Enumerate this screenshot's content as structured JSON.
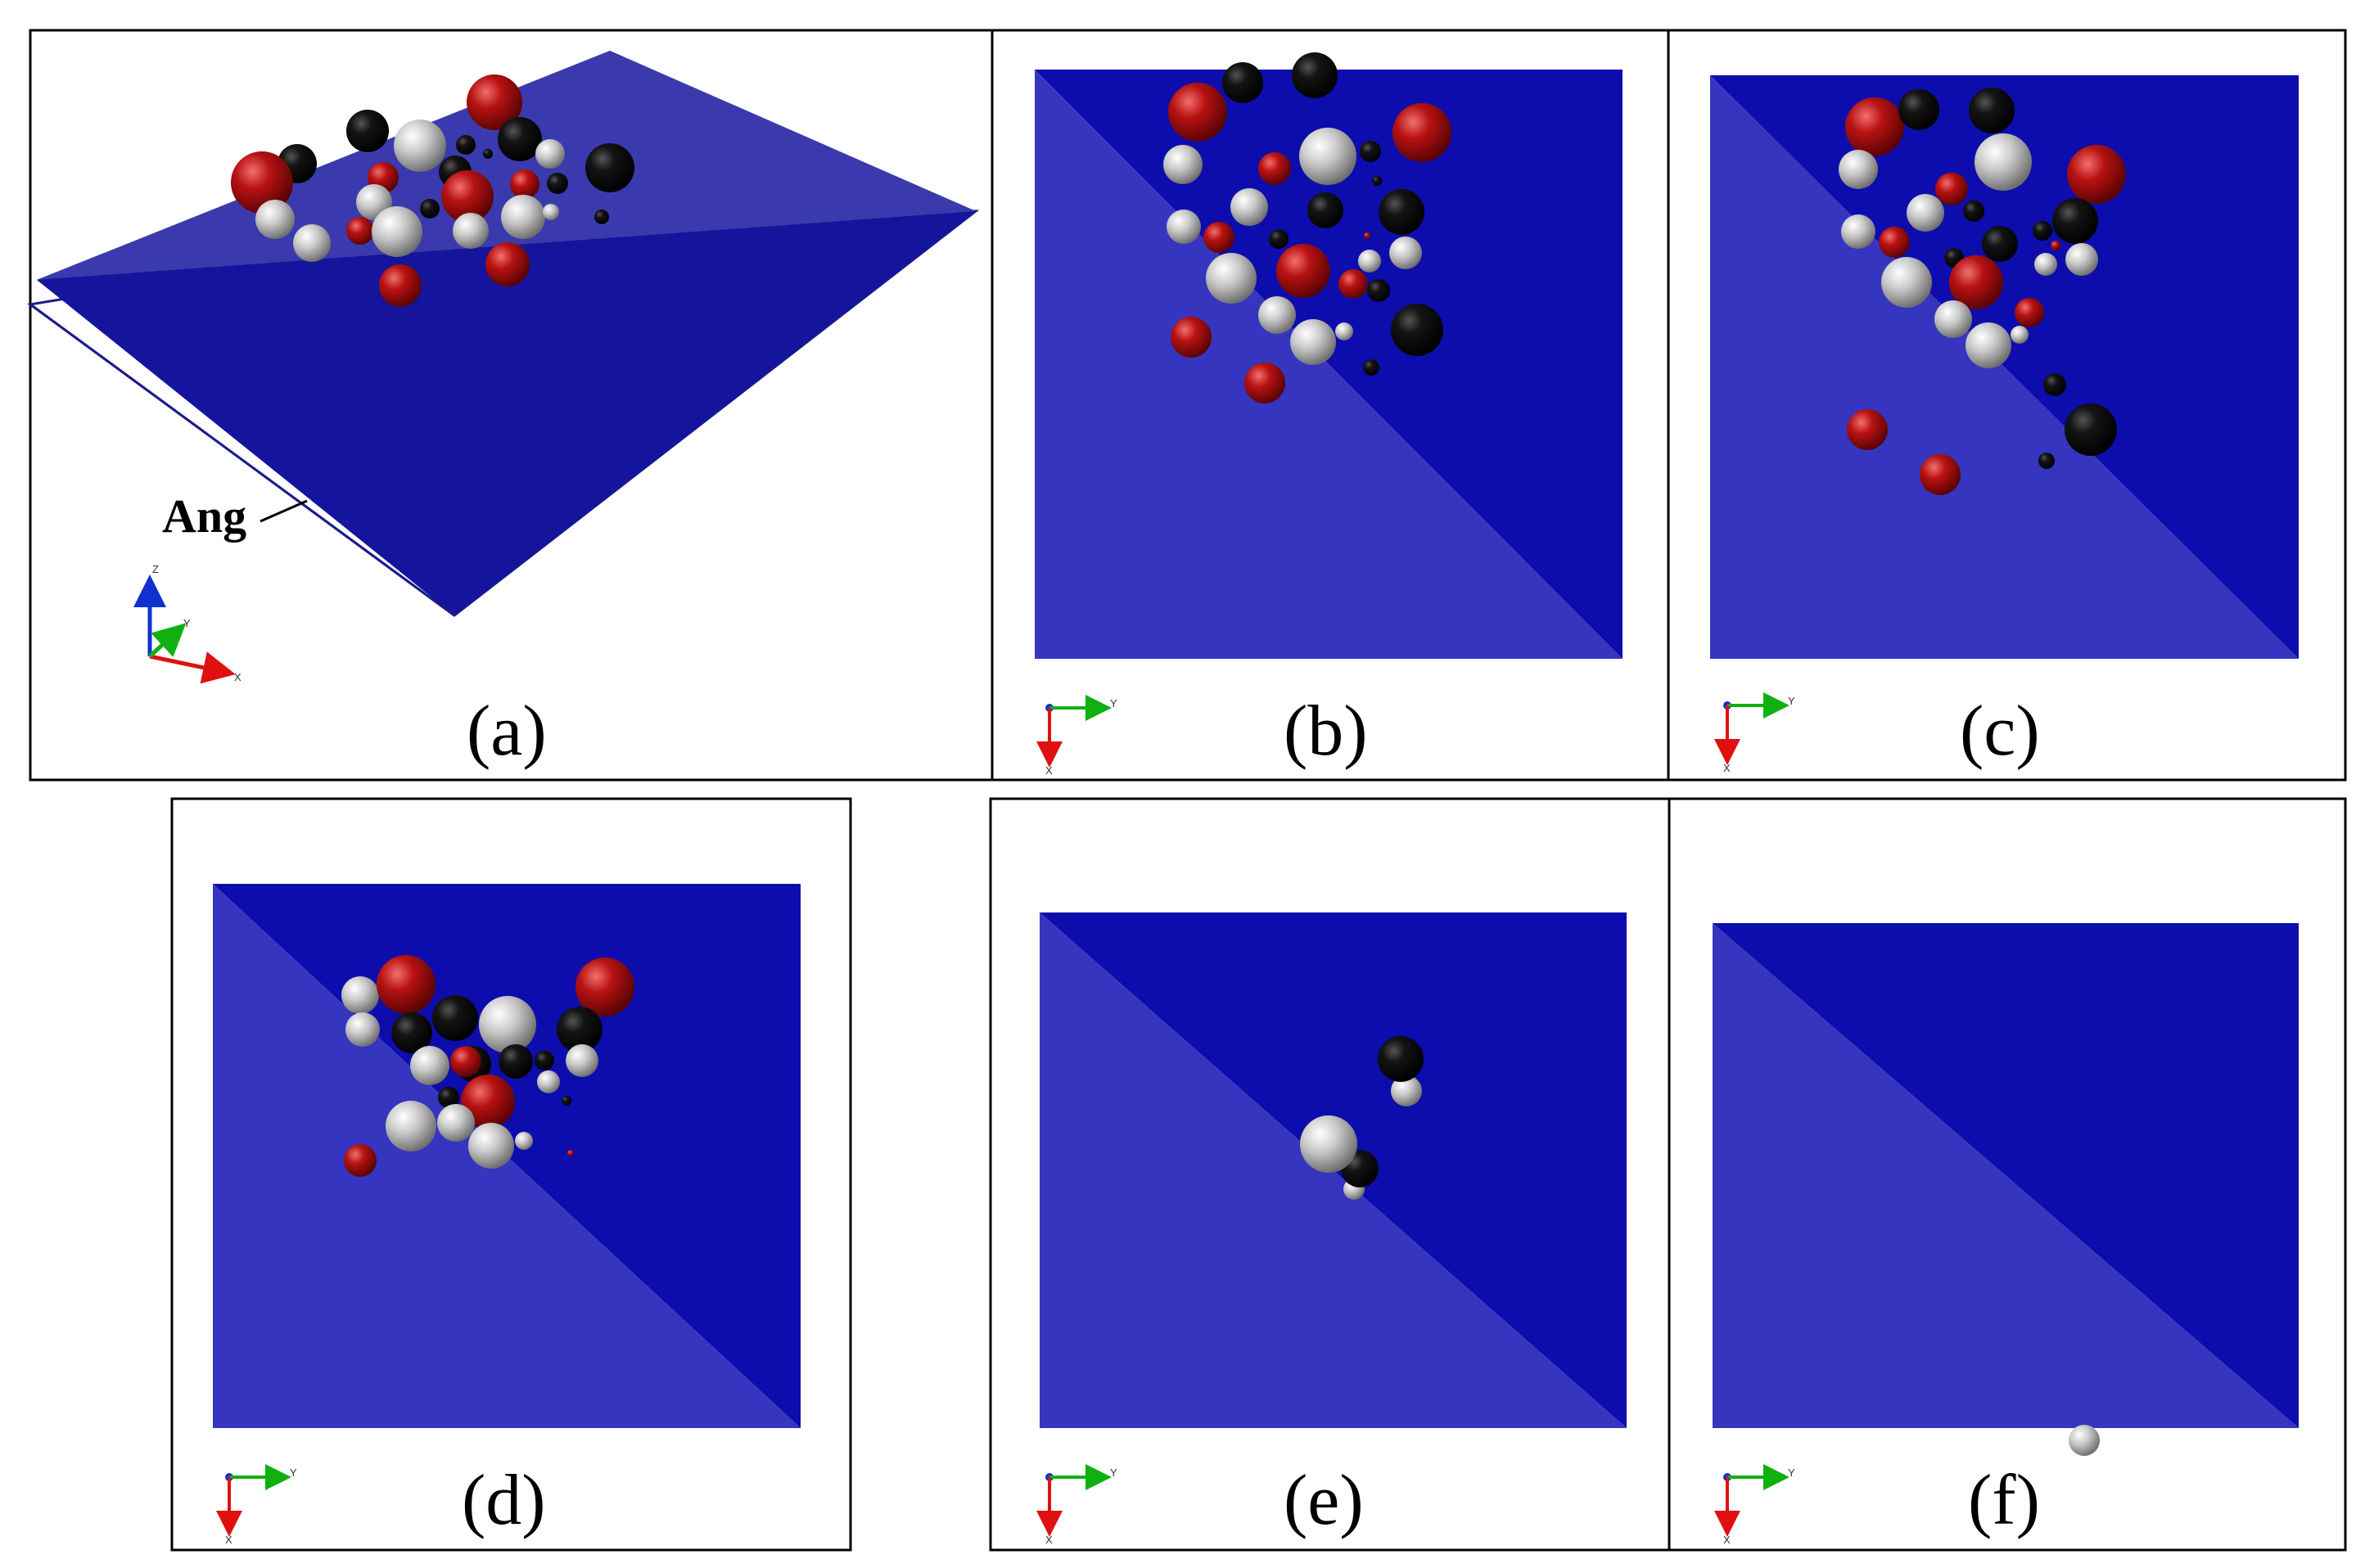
{
  "panels": [
    {
      "id": "a",
      "caption": "(a)",
      "angle_label": "Ang",
      "axis_letters": {
        "x": "X",
        "y": "Y",
        "z": "Z"
      }
    },
    {
      "id": "b",
      "caption": "(b)",
      "axis_letters": {
        "x": "X",
        "y": "Y"
      }
    },
    {
      "id": "c",
      "caption": "(c)",
      "axis_letters": {
        "x": "X",
        "y": "Y"
      }
    },
    {
      "id": "d",
      "caption": "(d)",
      "axis_letters": {
        "x": "X",
        "y": "Y"
      }
    },
    {
      "id": "e",
      "caption": "(e)",
      "axis_letters": {
        "x": "X",
        "y": "Y"
      }
    },
    {
      "id": "f",
      "caption": "(f)",
      "axis_letters": {
        "x": "X",
        "y": "Y"
      }
    }
  ],
  "colors": {
    "plane_dark": "#0d0dad",
    "plane_light": "#3535c0",
    "plane_3d_top": "#3a3ab5",
    "plane_3d_bottom": "#1c1c9c",
    "sphere_red": "#b01010",
    "sphere_black": "#0a0a0a",
    "sphere_gray": "#c8c8c8",
    "axis_x": "#e01010",
    "axis_y": "#10b010",
    "axis_z": "#1030d0",
    "frame": "#000000"
  }
}
